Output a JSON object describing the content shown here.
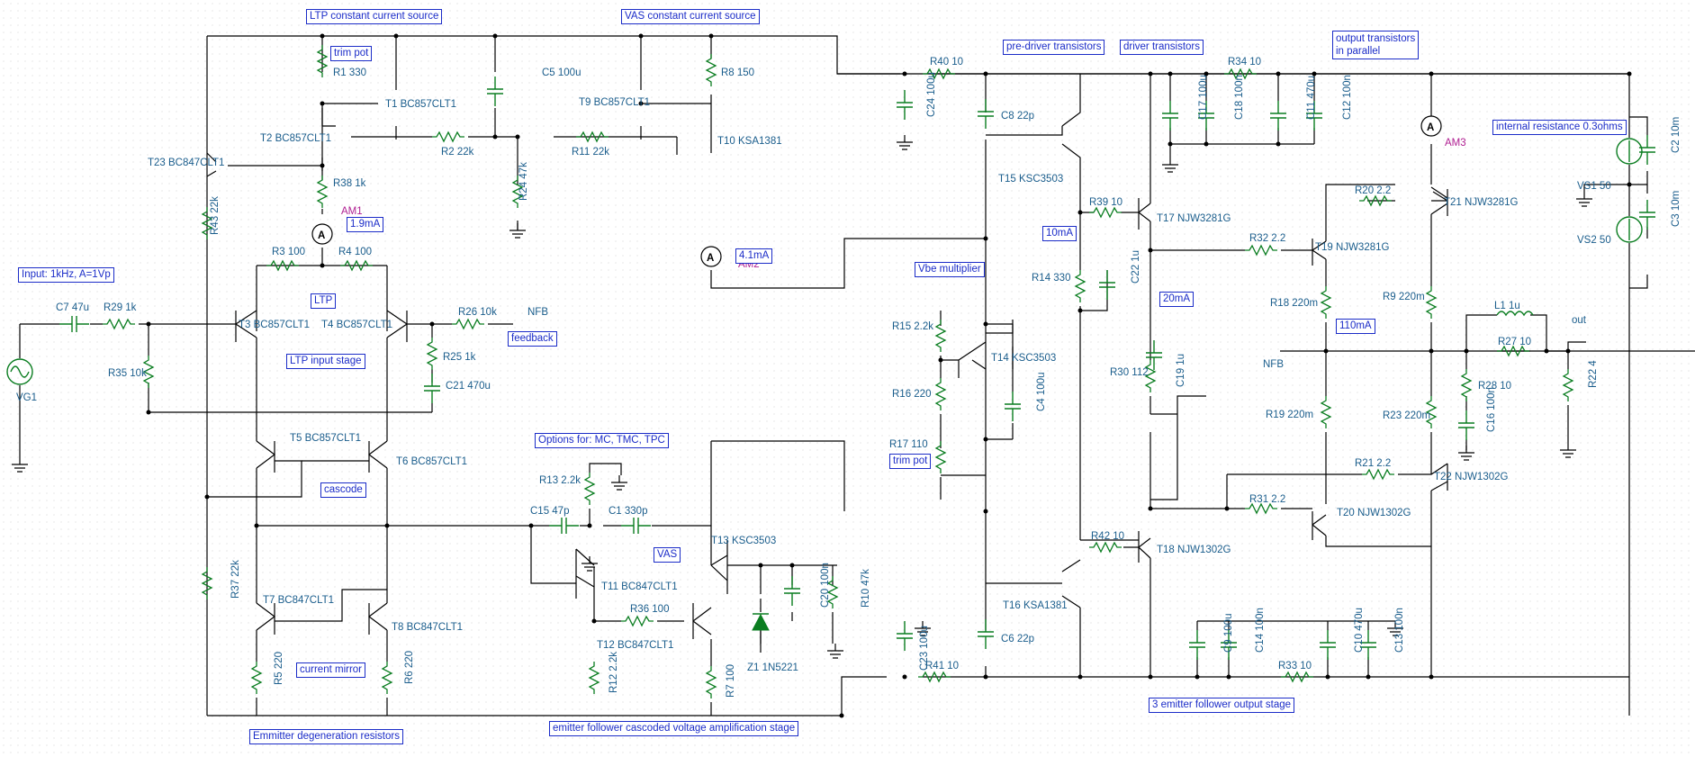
{
  "notes": {
    "ltp_ccs": "LTP constant current source",
    "vas_ccs": "VAS constant current source",
    "trim_pot_1": "trim pot",
    "trim_pot_2": "trim pot",
    "am1_value": "1.9mA",
    "am2_value": "4.1mA",
    "input": "Input: 1kHz, A=1Vp",
    "ltp": "LTP",
    "ltp_input_stage": "LTP input stage",
    "feedback": "feedback",
    "cascode": "cascode",
    "current_mirror": "current mirror",
    "emitter_resistors": "Emmitter degeneration resistors",
    "vas_options": "Options for: MC, TMC, TPC",
    "vas": "VAS",
    "vas_stage": "emitter follower cascoded voltage amplification stage",
    "pre_driver": "pre-driver transistors",
    "driver": "driver transistors",
    "output_parallel_1": "output transistors",
    "output_parallel_2": "in parallel",
    "internal_res": "internal resistance 0.3ohms",
    "i10ma": "10mA",
    "i20ma": "20mA",
    "i110ma": "110mA",
    "vbe_mult": "Vbe multiplier",
    "output_stage": "3 emitter follower output stage"
  },
  "labels": {
    "t1": "T1 BC857CLT1",
    "t2": "T2 BC857CLT1",
    "t3": "T3 BC857CLT1",
    "t4": "T4 BC857CLT1",
    "t5": "T5 BC857CLT1",
    "t6": "T6 BC857CLT1",
    "t7": "T7 BC847CLT1",
    "t8": "T8 BC847CLT1",
    "t9": "T9 BC857CLT1",
    "t10": "T10 KSA1381",
    "t11": "T11 BC847CLT1",
    "t12": "T12 BC847CLT1",
    "t13": "T13 KSC3503",
    "t14": "T14 KSC3503",
    "t15": "T15 KSC3503",
    "t16": "T16 KSA1381",
    "t17": "T17 NJW3281G",
    "t18": "T18 NJW1302G",
    "t19": "T19 NJW3281G",
    "t20": "T20 NJW1302G",
    "t21": "T21 NJW3281G",
    "t22": "T22 NJW1302G",
    "t23": "T23 BC847CLT1",
    "r1": "R1 330",
    "r2": "R2 22k",
    "r3": "R3 100",
    "r4": "R4 100",
    "r5": "R5 220",
    "r6": "R6 220",
    "r7": "R7 100",
    "r8": "R8 150",
    "r9": "R9 220m",
    "r10": "R10 47k",
    "r11": "R11 22k",
    "r12": "R12 2.2k",
    "r13": "R13 2.2k",
    "r14": "R14 330",
    "r15": "R15 2.2k",
    "r16": "R16 220",
    "r17": "R17 110",
    "r18": "R18 220m",
    "r19": "R19 220m",
    "r20": "R20 2.2",
    "r21": "R21 2.2",
    "r22": "R22 4",
    "r23": "R23 220m",
    "r24": "R24 47k",
    "r25": "R25 1k",
    "r26": "R26 10k",
    "r27": "R27 10",
    "r28": "R28 10",
    "r29": "R29 1k",
    "r30": "R30 112",
    "r31": "R31 2.2",
    "r32": "R32 2.2",
    "r33": "R33 10",
    "r34": "R34 10",
    "r35": "R35 10k",
    "r36": "R36 100",
    "r37": "R37 22k",
    "r38": "R38 1k",
    "r39": "R39 10",
    "r40": "R40 10",
    "r41": "R41 10",
    "r42": "R42 10",
    "r43": "R43 22k",
    "c1": "C1 330p",
    "c2": "C2 10m",
    "c3": "C3 10m",
    "c4": "C4 100u",
    "c5": "C5 100u",
    "c6": "C6 22p",
    "c8": "C8 22p",
    "c7": "C7 47u",
    "c9": "C9 100u",
    "c10": "C10 470u",
    "c11": "C11 470u",
    "c12": "C12 100n",
    "c13": "C13 100n",
    "c14": "C14 100n",
    "c15": "C15 47p",
    "c16": "C16 100n",
    "c17": "C17 100u",
    "c18": "C18 100n",
    "c19": "C19 1u",
    "c20": "C20 100n",
    "c21": "C21 470u",
    "c22": "C22 1u",
    "c23": "C23 100u",
    "c24": "C24 100u",
    "l1": "L1 1u",
    "z1": "Z1 1N5221",
    "vg1": "VG1",
    "vs1": "VS1 50",
    "vs2": "VS2 50",
    "am1": "AM1",
    "am2": "AM2",
    "am3": "AM3",
    "nfb1": "NFB",
    "nfb2": "NFB",
    "out": "out"
  },
  "symbols": {
    "ammeter": "A"
  }
}
